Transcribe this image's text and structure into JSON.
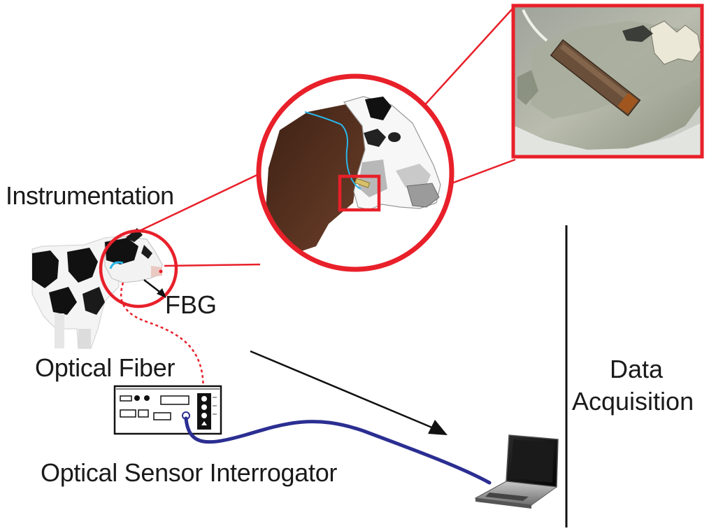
{
  "labels": {
    "instrumentation": "Instrumentation",
    "fbg": "FBG",
    "optical_fiber": "Optical Fiber",
    "interrogator": "Optical Sensor Interrogator",
    "data_line1": "Data",
    "data_line2": "Acquisition"
  },
  "colors": {
    "highlight_red": "#e8202a",
    "fiber_blue": "#2b2e91",
    "fbg_cyan": "#29b6e8",
    "cow_brown": "#4a2a1a",
    "text": "#1a1a1a"
  }
}
